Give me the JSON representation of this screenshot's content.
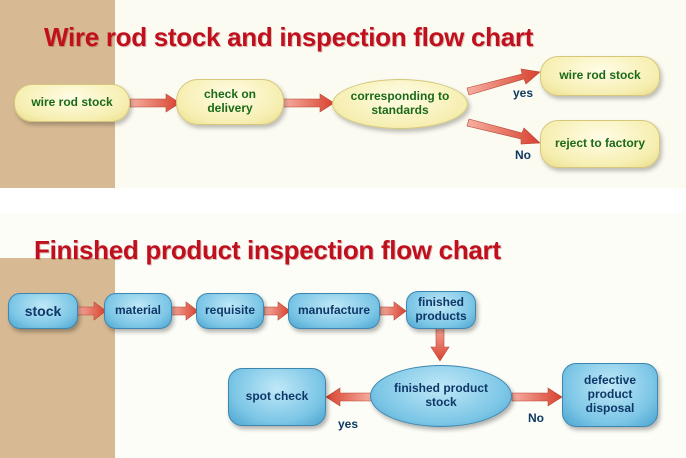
{
  "top_chart": {
    "title": "Wire rod stock and inspection flow chart",
    "nodes": {
      "wire_rod_stock": "wire rod stock",
      "check_on_delivery": "check on\ndelivery",
      "corresponding_to_standards": "corresponding to\nstandards",
      "wire_rod_stock_result": "wire rod stock",
      "reject_to_factory": "reject to factory"
    },
    "labels": {
      "yes": "yes",
      "no": "No"
    }
  },
  "bottom_chart": {
    "title": "Finished product inspection flow chart",
    "nodes": {
      "stock": "stock",
      "material": "material",
      "requisite": "requisite",
      "manufacture": "manufacture",
      "finished_products": "finished\nproducts",
      "finished_product_stock": "finished product\nstock",
      "spot_check": "spot check",
      "defective_product_disposal": "defective\nproduct\ndisposal"
    },
    "labels": {
      "yes": "yes",
      "no": "No"
    }
  },
  "colors": {
    "title": "#c0101e",
    "arrow": "#e0604f",
    "cream_node": "#f6eeb0",
    "blue_node": "#7cc6e6",
    "tan_strip": "#d7ba94"
  }
}
